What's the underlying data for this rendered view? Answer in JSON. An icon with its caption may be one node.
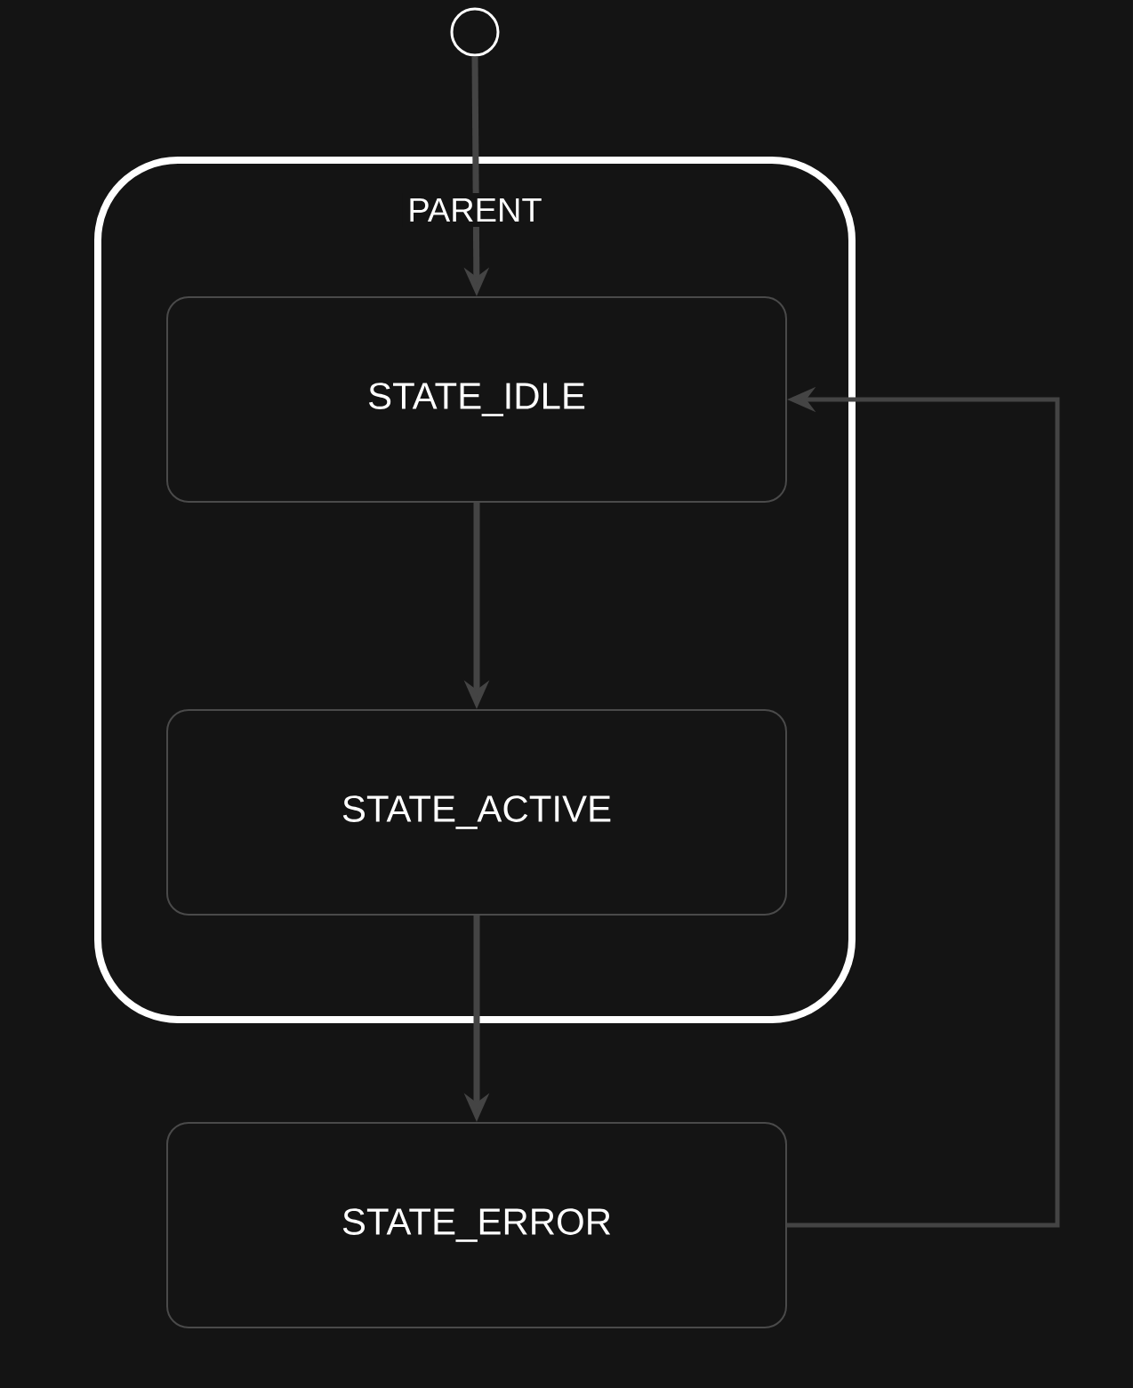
{
  "diagram": {
    "nodes": [
      {
        "text": [],
        "shape": "circle"
      },
      {
        "text": [
          "PARENT"
        ]
      },
      {
        "text": [
          "STATE_IDLE"
        ],
        "in": 1
      },
      {
        "text": [
          "STATE_ACTIVE"
        ],
        "in": 1
      },
      {
        "text": [
          "STATE_ERROR"
        ]
      }
    ],
    "edges": [
      {
        "from": 0,
        "to": 2,
        "arrow": "to"
      },
      {
        "from": 2,
        "to": 3,
        "arrow": "to"
      },
      {
        "from": 3,
        "to": 4,
        "arrow": "to"
      },
      {
        "from": 4,
        "to": 2,
        "arrow": "to"
      }
    ]
  }
}
